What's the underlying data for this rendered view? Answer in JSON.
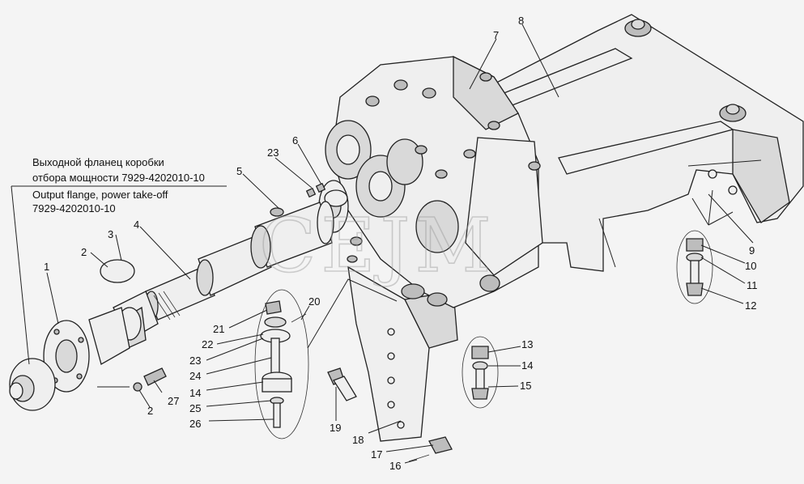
{
  "caption": {
    "ru_line1": "Выходной фланец коробки",
    "ru_line2": "отбора мощности 7929-4202010-10",
    "en_line1": "Output flange, power take-off",
    "en_line2": "7929-4202010-10"
  },
  "watermark": "CEJM",
  "callouts": [
    "1",
    "2",
    "3",
    "4",
    "5",
    "6",
    "7",
    "8",
    "9",
    "10",
    "11",
    "12",
    "13",
    "14",
    "15",
    "16",
    "17",
    "18",
    "19",
    "20",
    "21",
    "22",
    "23",
    "24",
    "25",
    "26",
    "27",
    "2",
    "23",
    "14"
  ]
}
